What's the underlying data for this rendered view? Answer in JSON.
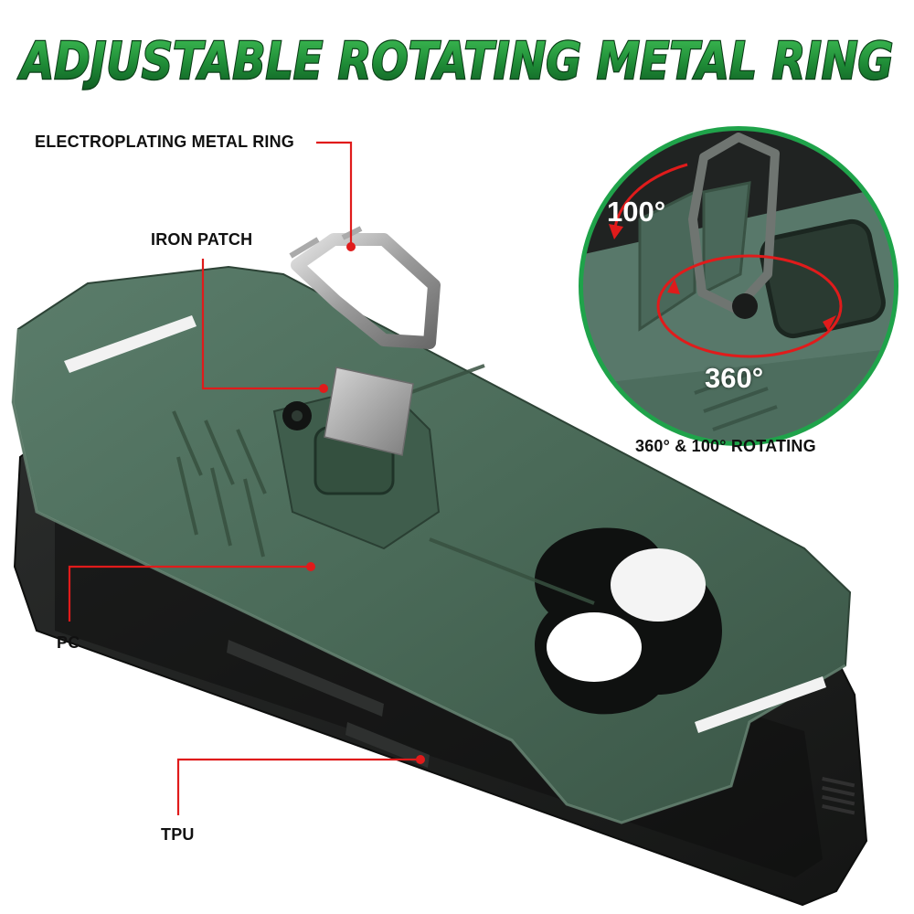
{
  "title": "ADJUSTABLE ROTATING METAL RING",
  "callouts": {
    "ring": "ELECTROPLATING METAL RING",
    "patch": "IRON PATCH",
    "pc": "PC",
    "tpu": "TPU",
    "rotating": "360° & 100°  ROTATING"
  },
  "inset": {
    "angle_tilt": "100°",
    "angle_spin": "360°"
  },
  "colors": {
    "title_green": "#1f8a3a",
    "case_green": "#4a6a58",
    "leader_red": "#e01b1b",
    "inset_border": "#1fa34a",
    "tpu_black": "#1b1d1c"
  }
}
